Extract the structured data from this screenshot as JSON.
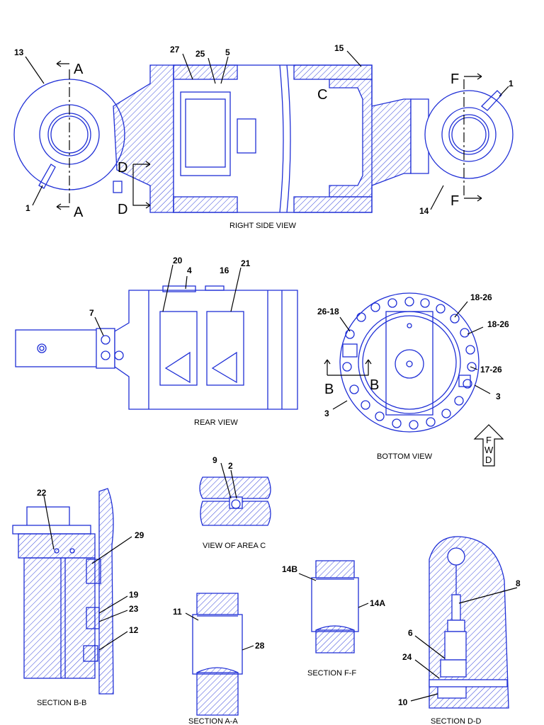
{
  "captions": {
    "right_side_view": "RIGHT SIDE VIEW",
    "rear_view": "REAR VIEW",
    "bottom_view": "BOTTOM VIEW",
    "view_of_area_c": "VIEW OF AREA C",
    "section_bb": "SECTION B-B",
    "section_aa": "SECTION A-A",
    "section_ff": "SECTION F-F",
    "section_dd": "SECTION D-D"
  },
  "section_letters": {
    "a_top": "A",
    "a_bottom": "A",
    "c": "C",
    "d_top": "D",
    "d_bottom": "D",
    "f_top": "F",
    "f_bottom": "F",
    "b_left": "B",
    "b_right": "B"
  },
  "fwd_arrow": {
    "f": "F",
    "w": "W",
    "d": "D"
  },
  "callouts": {
    "right_side": [
      "13",
      "27",
      "25",
      "5",
      "15",
      "1",
      "1",
      "14"
    ],
    "rear": [
      "20",
      "4",
      "16",
      "21",
      "7"
    ],
    "bottom": [
      "26-18",
      "18-26",
      "18-26",
      "17-26",
      "3",
      "3"
    ],
    "area_c": [
      "9",
      "2"
    ],
    "section_bb": [
      "22",
      "29",
      "19",
      "23",
      "12"
    ],
    "section_aa": [
      "11",
      "28"
    ],
    "section_ff": [
      "14B",
      "14A"
    ],
    "section_dd": [
      "8",
      "6",
      "24",
      "10"
    ]
  }
}
